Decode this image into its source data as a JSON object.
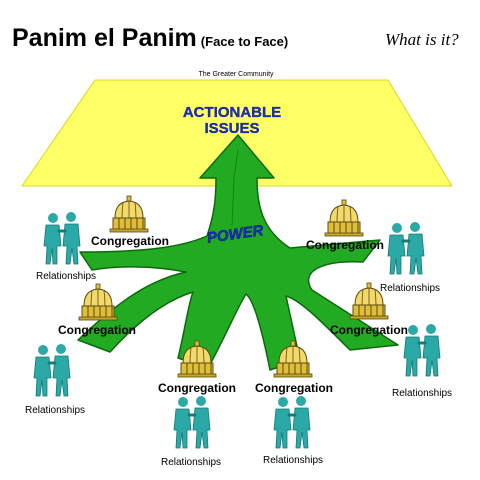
{
  "header": {
    "title": "Panim el Panim",
    "subtitle": "(Face to Face)",
    "question": "What is it?"
  },
  "diagram": {
    "community_label": "The Greater Community",
    "issues_label_line1": "ACTIONABLE",
    "issues_label_line2": "ISSUES",
    "power_label": "POWER",
    "congregation_label": "Congregation",
    "relationships_label": "Relationships",
    "colors": {
      "community": "#ffff66",
      "arrow": "#22aa22",
      "arrow_dark": "#0c6a0c",
      "people": "#2aa9a6",
      "people_dark": "#157a78",
      "dome": "#e8c640",
      "issues_text": "#1a2ed0",
      "power_text": "#1a2ed0"
    }
  }
}
